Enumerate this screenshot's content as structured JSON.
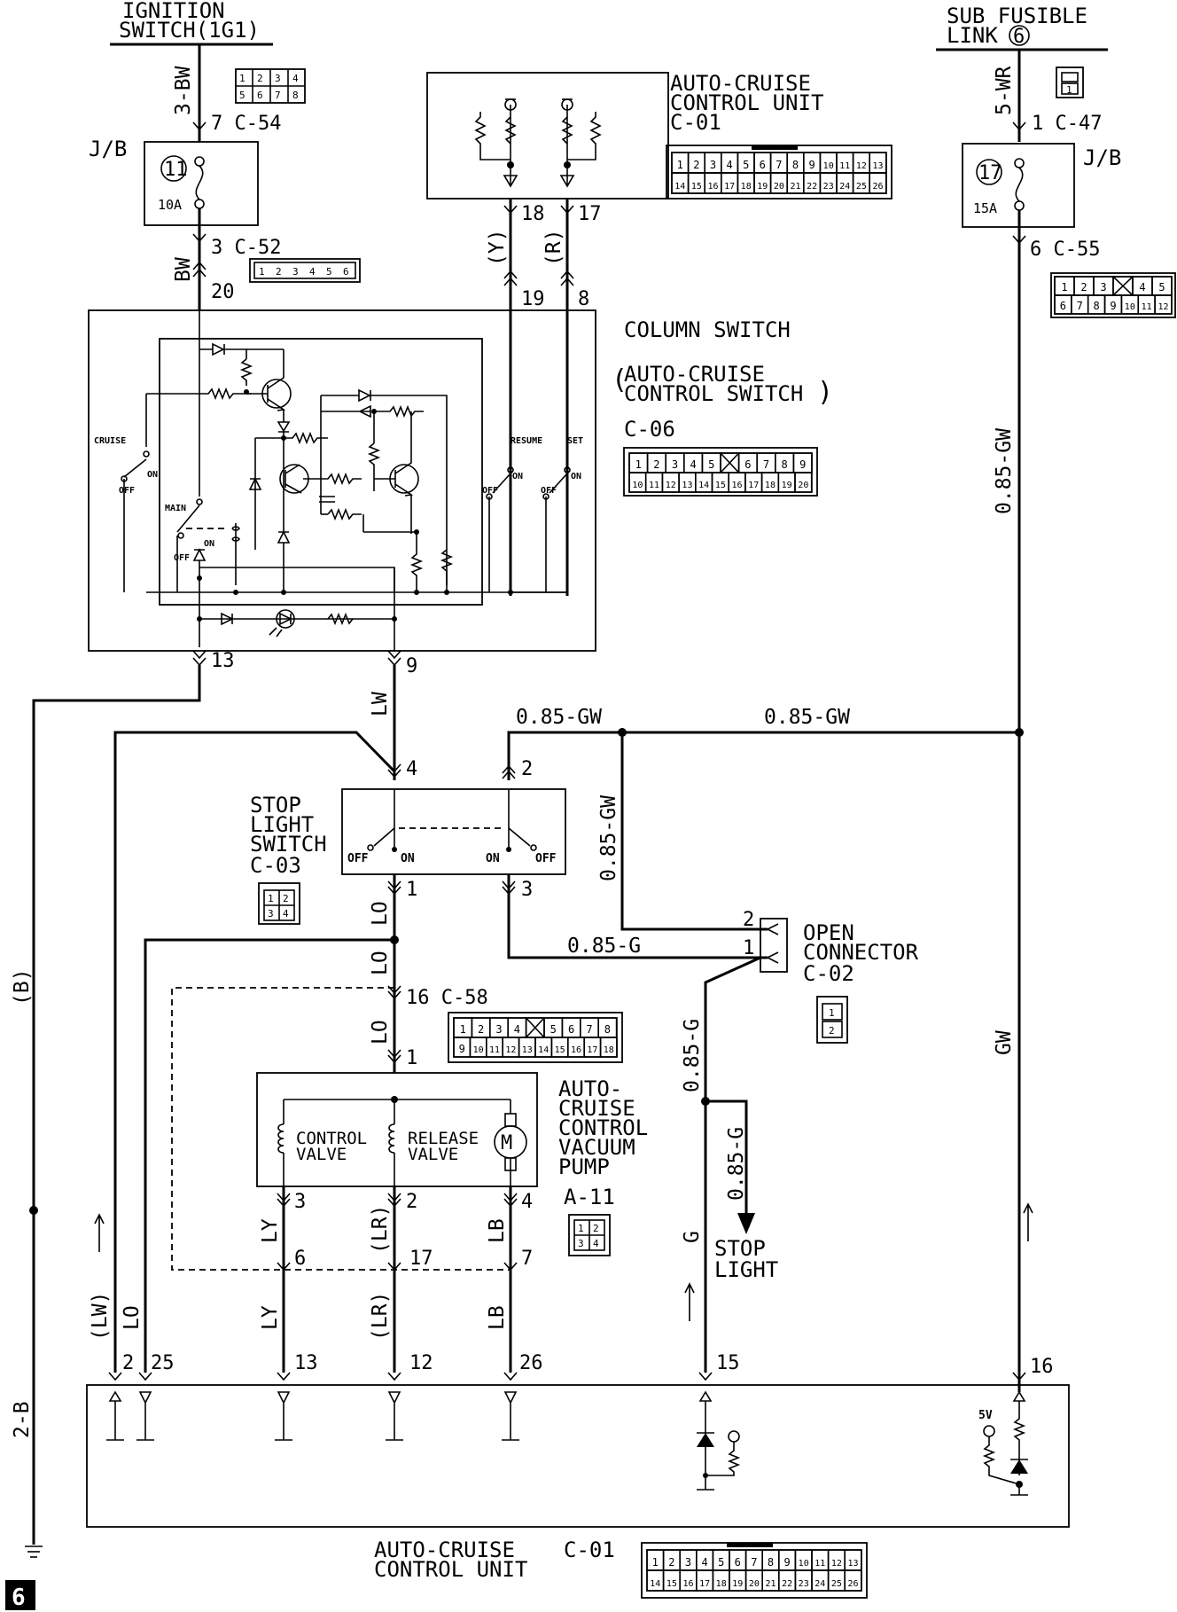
{
  "labels": {
    "ignition_switch_1": "IGNITION",
    "ignition_switch_2": "SWITCH(1G1)",
    "sub_fusible_1": "SUB FUSIBLE",
    "sub_fusible_2": "LINK",
    "sub_fusible_num": "6",
    "jb": "J/B",
    "fuse_11": "11",
    "fuse_11_rating": "10A",
    "fuse_17": "17",
    "fuse_17_rating": "15A",
    "acu_top_1": "AUTO-CRUISE",
    "acu_top_2": "CONTROL UNIT",
    "acu_top_conn": "C-01",
    "column_switch": "COLUMN SWITCH",
    "acs_1": "AUTO-CRUISE",
    "acs_2": "CONTROL SWITCH",
    "column_conn": "C-06",
    "cruise": "CRUISE",
    "main": "MAIN",
    "resume": "RESUME",
    "set": "SET",
    "on": "ON",
    "off": "OFF",
    "stop_light_switch_1": "STOP",
    "stop_light_switch_2": "LIGHT",
    "stop_light_switch_3": "SWITCH",
    "stop_light_conn": "C-03",
    "open_conn_1": "OPEN",
    "open_conn_2": "CONNECTOR",
    "open_conn_id": "C-02",
    "pump_1": "AUTO-",
    "pump_2": "CRUISE",
    "pump_3": "CONTROL",
    "pump_4": "VACUUM",
    "pump_5": "PUMP",
    "pump_conn": "A-11",
    "control_valve_1": "CONTROL",
    "control_valve_2": "VALVE",
    "release_valve_1": "RELEASE",
    "release_valve_2": "VALVE",
    "motor": "M",
    "stop_light_1": "STOP",
    "stop_light_2": "LIGHT",
    "acu_bottom_1": "AUTO-CRUISE",
    "acu_bottom_2": "CONTROL UNIT",
    "acu_bottom_conn": "C-01",
    "five_v": "5V",
    "ground_label": "2-B",
    "ground_num": "6"
  },
  "connectors": {
    "c54": "7  C-54",
    "c52": "3  C-52",
    "c47": "1  C-47",
    "c55": "6  C-55",
    "c58": "16 C-58"
  },
  "wires": {
    "bw3": "3-BW",
    "bw": "BW",
    "wr5": "5-WR",
    "gw085": "0.85-GW",
    "y": "(Y)",
    "r": "(R)",
    "lw": "LW",
    "lo": "LO",
    "g085": "0.85-G",
    "g": "G",
    "gw": "GW",
    "b": "(B)",
    "ly": "LY",
    "lr": "(LR)",
    "lb": "LB",
    "lw_p": "(LW)"
  },
  "pins": {
    "p20": "20",
    "p18": "18",
    "p17": "17",
    "p19": "19",
    "p8": "8",
    "p13": "13",
    "p9": "9",
    "p4": "4",
    "p2": "2",
    "p1": "1",
    "p3": "3",
    "p1b": "1",
    "p2b": "2",
    "p4b": "4",
    "p6": "6",
    "p17b": "17",
    "p7": "7",
    "p25": "25",
    "p12": "12",
    "p26": "26",
    "p15": "15",
    "p16": "16",
    "oc2": "2",
    "oc1": "1"
  },
  "connector_faces": {
    "c54_row1": [
      "1",
      "2",
      "3",
      "4"
    ],
    "c54_row2": [
      "5",
      "6",
      "7",
      "8"
    ],
    "c52_row": [
      "1",
      "2",
      "3",
      "4",
      "5",
      "6"
    ],
    "c01_row1": [
      "1",
      "2",
      "3",
      "4",
      "5",
      "6",
      "7",
      "8",
      "9",
      "10",
      "11",
      "12",
      "13"
    ],
    "c01_row2": [
      "14",
      "15",
      "16",
      "17",
      "18",
      "19",
      "20",
      "21",
      "22",
      "23",
      "24",
      "25",
      "26"
    ],
    "c55_row1": [
      "1",
      "2",
      "3",
      "",
      "4",
      "5"
    ],
    "c55_row2": [
      "6",
      "7",
      "8",
      "9",
      "10",
      "11",
      "12"
    ],
    "c06_row1": [
      "1",
      "2",
      "3",
      "4",
      "5",
      "",
      "6",
      "7",
      "8",
      "9"
    ],
    "c06_row2": [
      "10",
      "11",
      "12",
      "13",
      "14",
      "15",
      "16",
      "17",
      "18",
      "19",
      "20"
    ],
    "c58_row1": [
      "1",
      "2",
      "3",
      "4",
      "",
      "5",
      "6",
      "7",
      "8"
    ],
    "c58_row2": [
      "9",
      "10",
      "11",
      "12",
      "13",
      "14",
      "15",
      "16",
      "17",
      "18"
    ],
    "c47": [
      "1"
    ],
    "c03": [
      "1",
      "2",
      "3",
      "4"
    ],
    "c02": [
      "1",
      "2"
    ],
    "a11": [
      "1",
      "2",
      "3",
      "4"
    ]
  }
}
